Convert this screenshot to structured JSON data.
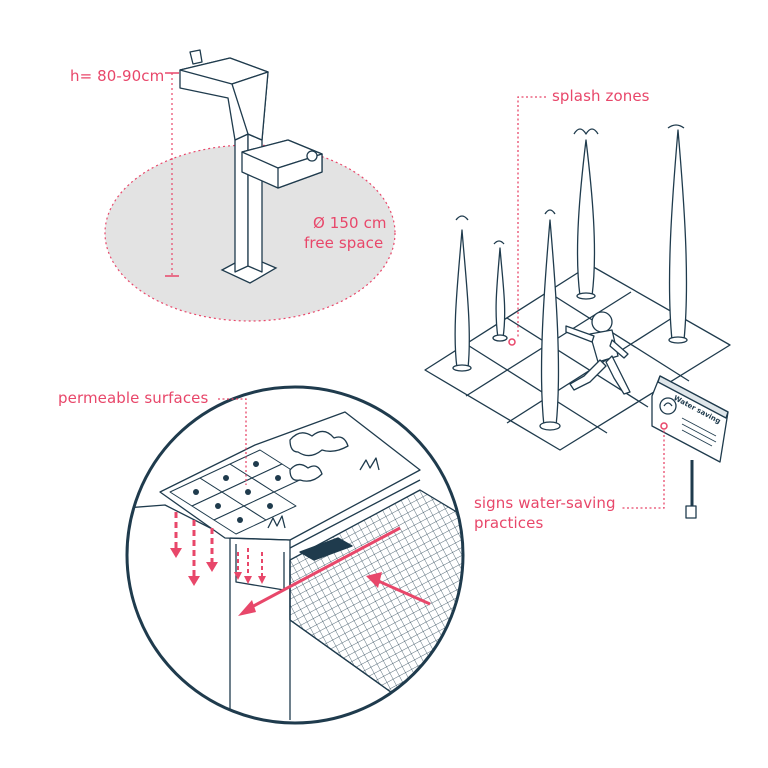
{
  "labels": {
    "height": "h= 80-90cm",
    "diameter": "Ø 150 cm",
    "free_space": "free space",
    "splash": "splash zones",
    "permeable": "permeable surfaces",
    "signs_line1": "signs water-saving",
    "signs_line2": "practices",
    "sign_board": "Water saving"
  },
  "colors": {
    "accent": "#e8476a",
    "ink": "#1f3b4d",
    "shadow": "#e3e3e3"
  }
}
